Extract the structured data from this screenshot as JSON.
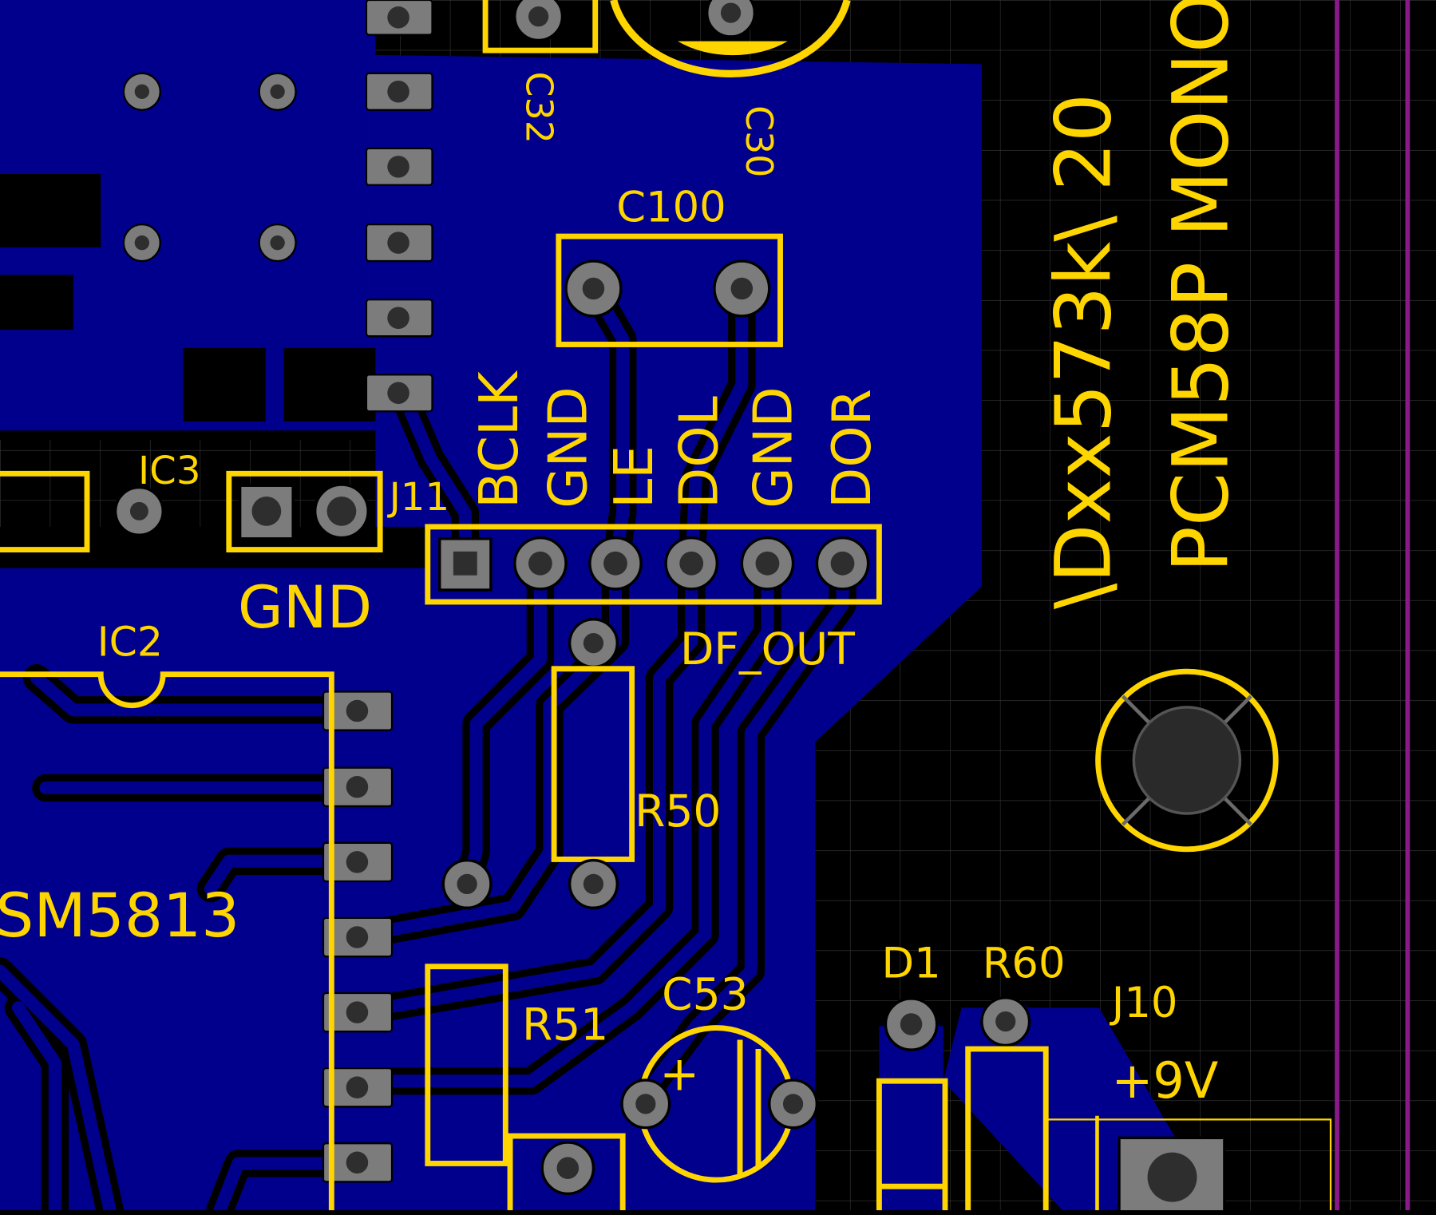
{
  "board": {
    "colors": {
      "background": "#000000",
      "copper_fill": "#00008c",
      "copper_trace_edge": "#000000",
      "silkscreen": "#ffd500",
      "pad": "#7c7c7c",
      "drill": "#2e2e2e",
      "grid": "#3a3a3a",
      "board_edge": "#8a1a8a"
    },
    "labels": {
      "c32": "C32",
      "c30": "C30",
      "c100": "C100",
      "ic3": "IC3",
      "j11": "J11",
      "gnd": "GND",
      "ic2": "IC2",
      "sm5813": "SM5813",
      "df_out": "DF_OUT",
      "r50": "R50",
      "r51": "R51",
      "c53": "C53",
      "c53_plus": "+",
      "d1": "D1",
      "r60": "R60",
      "j10": "J10",
      "plus9v": "+9V",
      "vert_dxx": "\\Dxx573k\\ 20",
      "vert_pcm": "PCM58P MONO"
    },
    "pin_labels": [
      "BCLK",
      "GND",
      "LE",
      "DOL",
      "GND",
      "DOR"
    ]
  }
}
